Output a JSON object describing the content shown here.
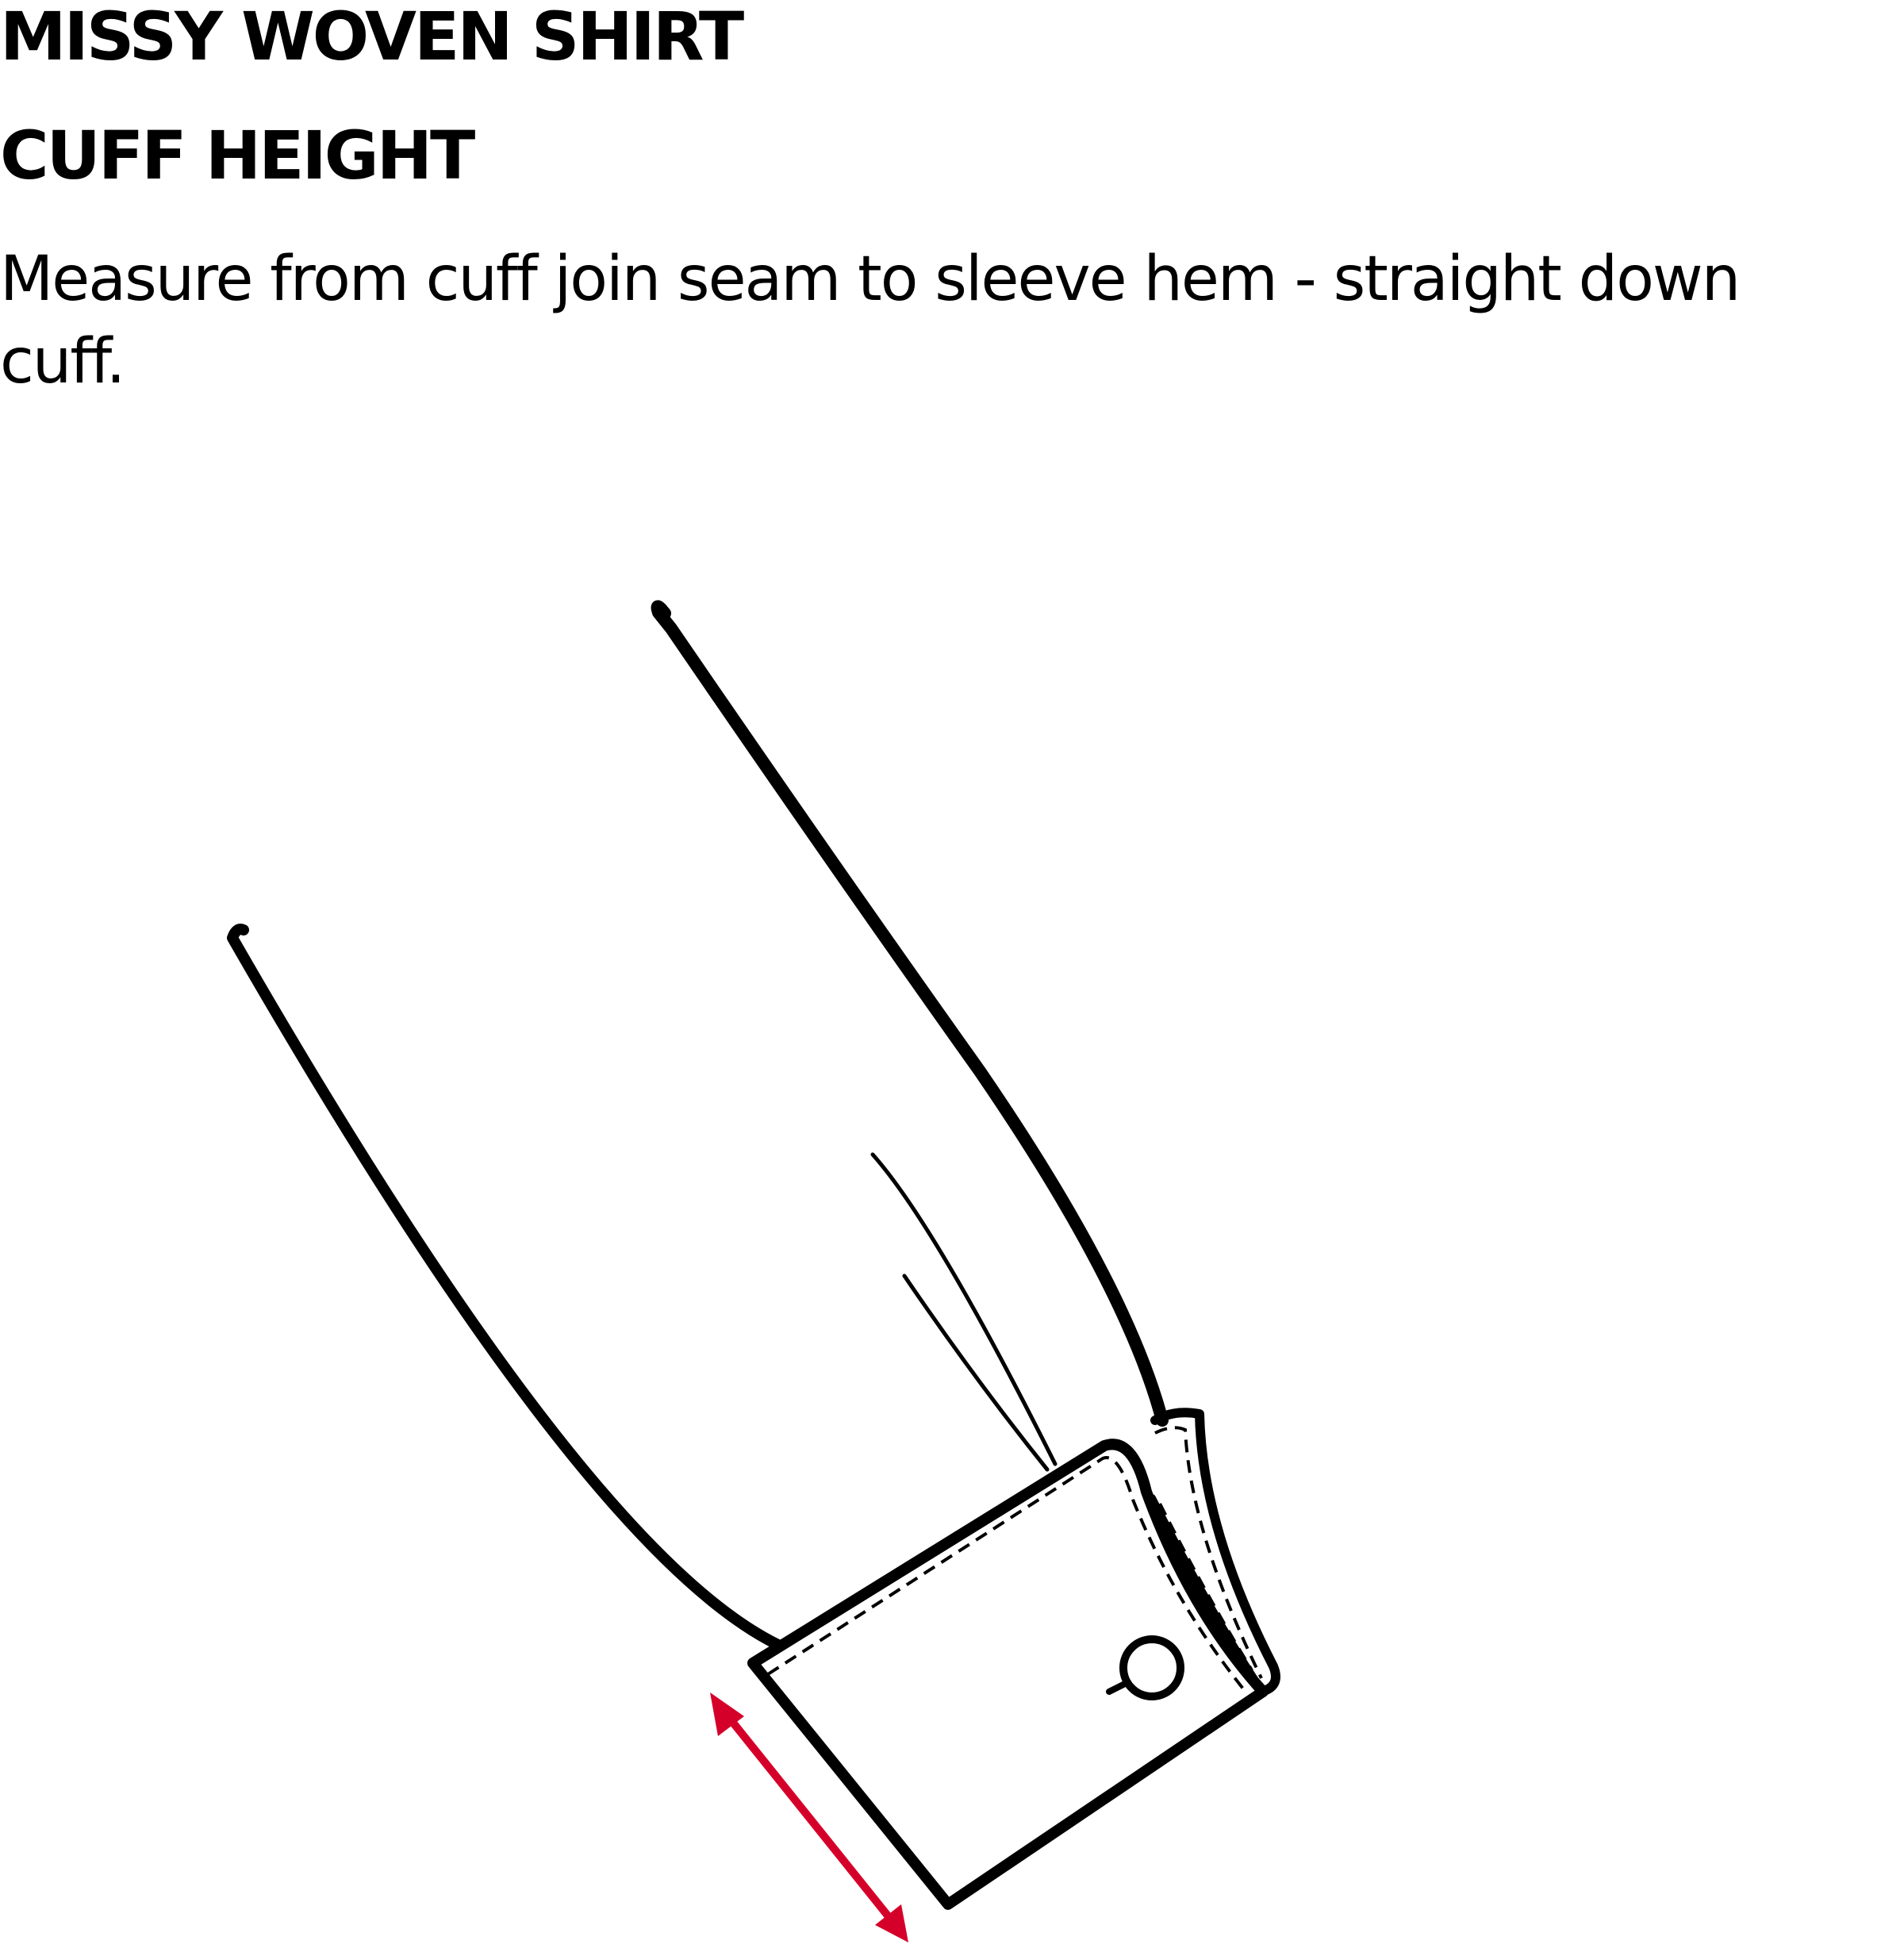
{
  "header": {
    "title": "MISSY WOVEN SHIRT",
    "subtitle": "CUFF HEIGHT"
  },
  "instructions": {
    "text": "Measure from cuff join seam to sleeve hem - straight down cuff."
  },
  "diagram": {
    "measurement_arrow_color": "#d5002a",
    "line_color": "#000000"
  }
}
